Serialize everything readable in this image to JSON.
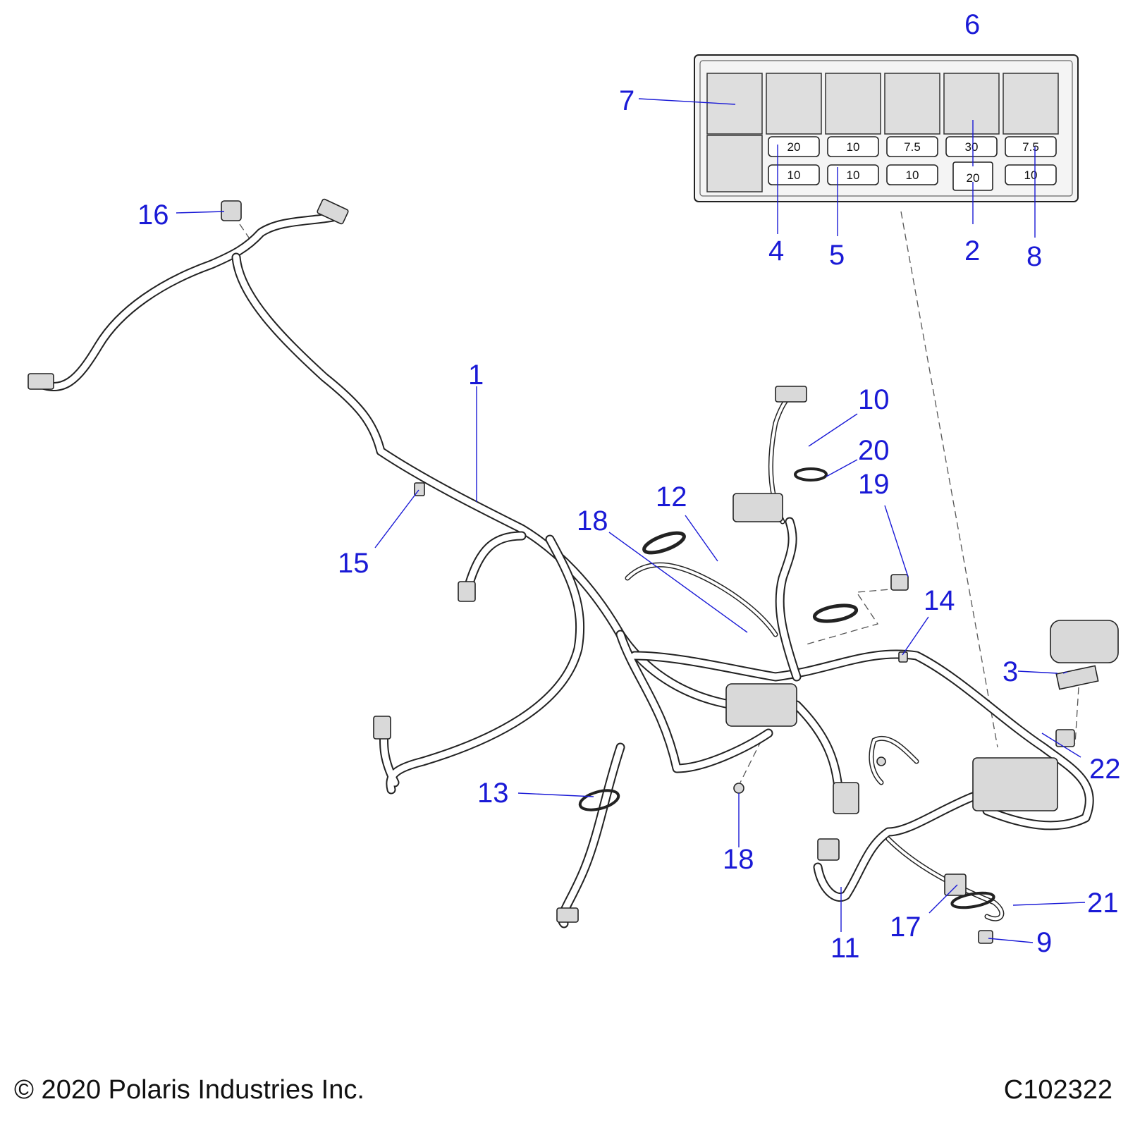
{
  "callouts": {
    "c1": "1",
    "c2": "2",
    "c3": "3",
    "c4": "4",
    "c5": "5",
    "c6": "6",
    "c7": "7",
    "c8": "8",
    "c9": "9",
    "c10": "10",
    "c11": "11",
    "c12": "12",
    "c13": "13",
    "c14": "14",
    "c15": "15",
    "c16": "16",
    "c17": "17",
    "c18a": "18",
    "c18b": "18",
    "c19": "19",
    "c20": "20",
    "c21": "21",
    "c22": "22"
  },
  "fuse_box": {
    "top_row": [
      "20",
      "10",
      "7.5",
      "30",
      "7.5"
    ],
    "bottom_row": [
      "10",
      "10",
      "10",
      "20",
      "10"
    ]
  },
  "footer": {
    "copyright": "© 2020 Polaris Industries Inc.",
    "code": "C102322"
  }
}
